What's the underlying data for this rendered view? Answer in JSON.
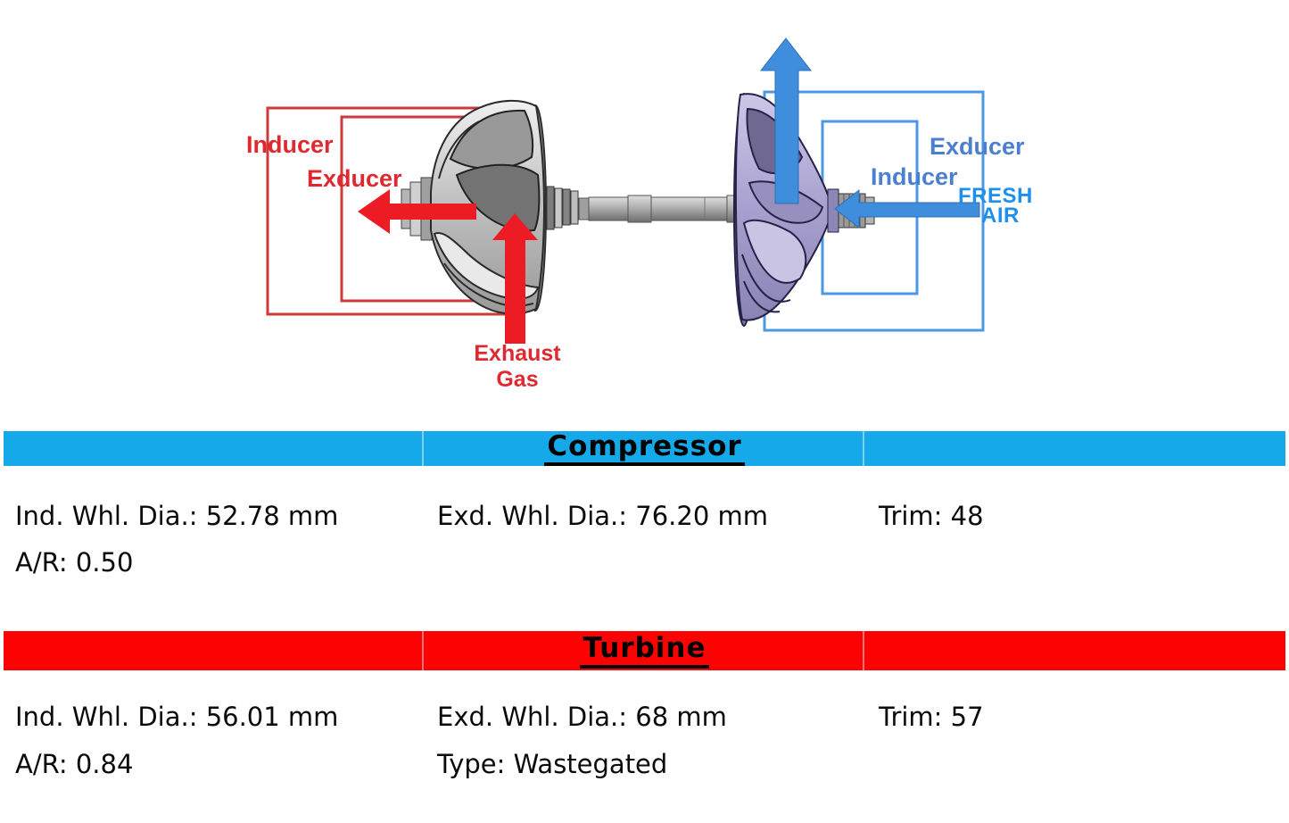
{
  "diagram": {
    "red_annotations": {
      "inducer_label": "Inducer",
      "exducer_label": "Exducer",
      "exhaust_label_line1": "Exhaust",
      "exhaust_label_line2": "Gas"
    },
    "blue_annotations": {
      "exducer_label": "Exducer",
      "inducer_label": "Inducer",
      "fresh_air_line1": "FRESH",
      "fresh_air_line2": "AIR"
    },
    "colors": {
      "red_box": "#CC3A3A",
      "red_text": "#E02830",
      "red_arrow": "#ED1C24",
      "blue_box": "#4E97E3",
      "blue_text": "#4B80D1",
      "blue_arrow": "#3F8EDD",
      "fresh_air_text": "#1C90EC"
    }
  },
  "compressor": {
    "title": "Compressor",
    "bar_color": "#16A9E9",
    "rows": [
      [
        "Ind. Whl. Dia.: 52.78 mm",
        "Exd. Whl. Dia.: 76.20 mm",
        "Trim: 48"
      ],
      [
        "A/R: 0.50",
        "",
        ""
      ]
    ]
  },
  "turbine": {
    "title": "Turbine",
    "bar_color": "#FB0303",
    "rows": [
      [
        "Ind. Whl. Dia.: 56.01 mm",
        "Exd. Whl. Dia.: 68 mm",
        "Trim: 57"
      ],
      [
        "A/R: 0.84",
        "Type: Wastegated",
        ""
      ]
    ]
  }
}
